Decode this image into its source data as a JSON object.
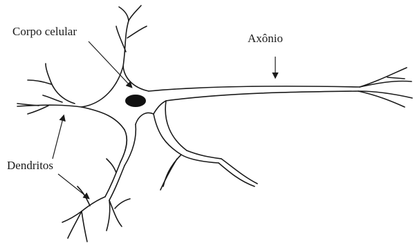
{
  "diagram": {
    "labels": {
      "cell_body": "Corpo celular",
      "axon": "Axônio",
      "dendrites": "Dendritos"
    },
    "colors": {
      "line": "#1a1a1a",
      "nucleus": "#111111",
      "background": "#ffffff"
    }
  }
}
